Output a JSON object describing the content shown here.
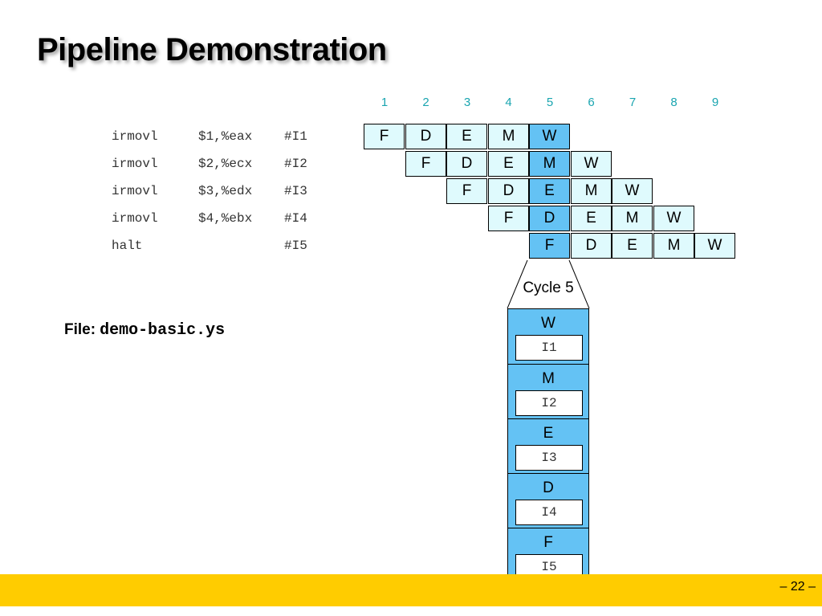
{
  "title": "Pipeline Demonstration",
  "instructions": [
    {
      "op": "irmovl",
      "args": "$1,%eax",
      "tag": "#I1"
    },
    {
      "op": "irmovl",
      "args": "$2,%ecx",
      "tag": "#I2"
    },
    {
      "op": "irmovl",
      "args": "$3,%edx",
      "tag": "#I3"
    },
    {
      "op": "irmovl",
      "args": "$4,%ebx",
      "tag": "#I4"
    },
    {
      "op": "halt",
      "args": "",
      "tag": "#I5"
    }
  ],
  "file": {
    "label": "File:",
    "name": "demo-basic.ys"
  },
  "cycles": [
    "1",
    "2",
    "3",
    "4",
    "5",
    "6",
    "7",
    "8",
    "9"
  ],
  "stages": [
    "F",
    "D",
    "E",
    "M",
    "W"
  ],
  "highlighted_cycle": 5,
  "cycle_label": "Cycle 5",
  "stage_contents": [
    {
      "stage": "W",
      "instr": "I1"
    },
    {
      "stage": "M",
      "instr": "I2"
    },
    {
      "stage": "E",
      "instr": "I3"
    },
    {
      "stage": "D",
      "instr": "I4"
    },
    {
      "stage": "F",
      "instr": "I5"
    }
  ],
  "page_number": "– 22 –",
  "colors": {
    "cell": "#dffafd",
    "highlight": "#64c2f4",
    "cycle_numbers": "#1aa5b0",
    "footer": "#ffcc00"
  }
}
